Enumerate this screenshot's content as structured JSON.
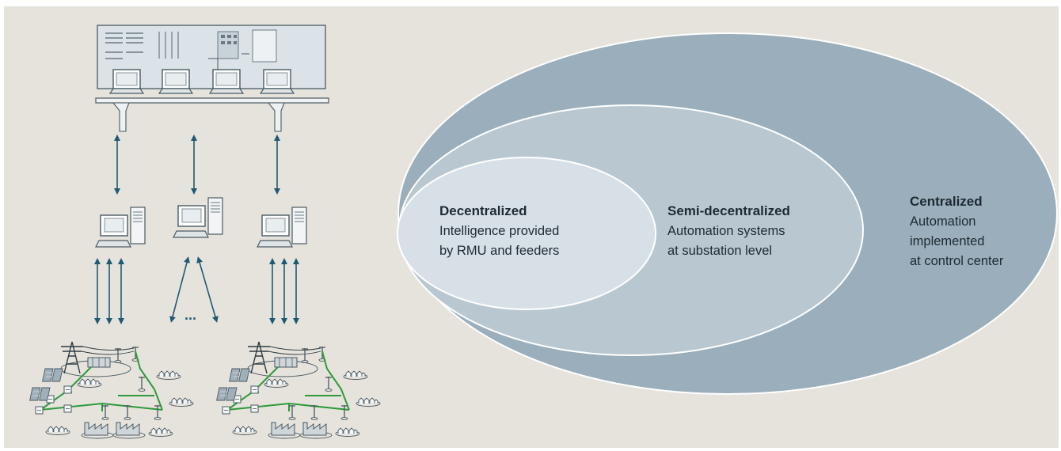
{
  "diagram": {
    "ellipsis_label": "...",
    "levels": [
      {
        "id": "centralized",
        "title": "Centralized",
        "lines": [
          "Automation",
          "implemented",
          "at control center"
        ]
      },
      {
        "id": "semi",
        "title": "Semi-decentralized",
        "lines": [
          "Automation systems",
          "at substation level"
        ]
      },
      {
        "id": "decentralized",
        "title": "Decentralized",
        "lines": [
          "Intelligence provided",
          "by RMU and feeders"
        ]
      }
    ],
    "colors": {
      "outer": "#9aafbb",
      "middle": "#b9c8d0",
      "inner": "#d6e0e6",
      "arrow": "#1f5a74",
      "grid_line": "#2e9a3c"
    },
    "icons": [
      "control-room-icon",
      "workstation-icon",
      "power-grid-icon",
      "arrow-icon"
    ]
  }
}
